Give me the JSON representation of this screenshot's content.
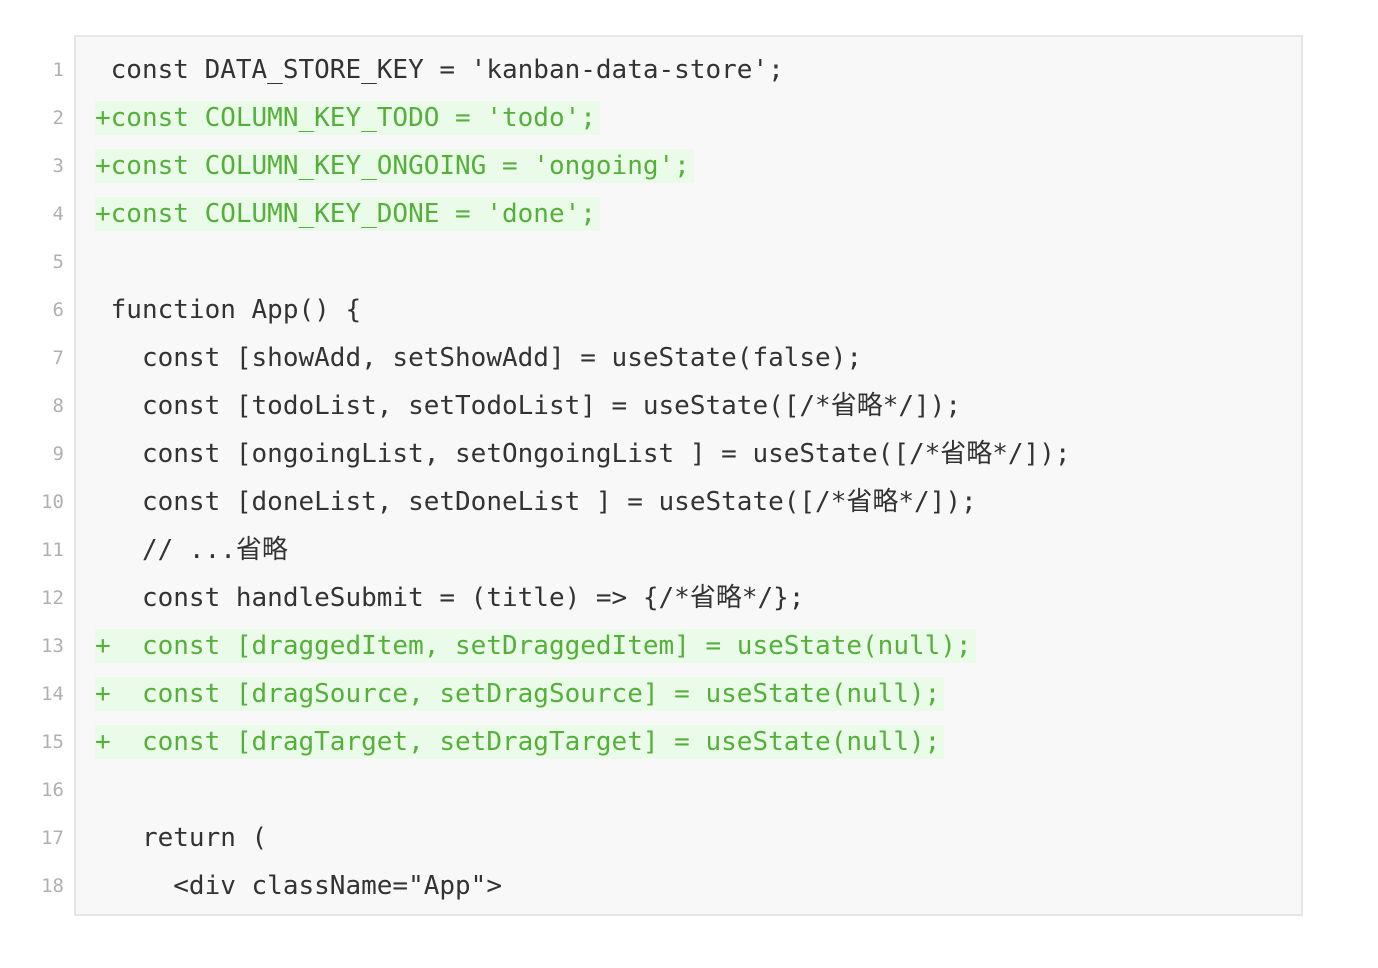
{
  "code": {
    "lines": [
      {
        "n": "1",
        "text": " const DATA_STORE_KEY = 'kanban-data-store';",
        "added": false
      },
      {
        "n": "2",
        "text": "+const COLUMN_KEY_TODO = 'todo';",
        "added": true
      },
      {
        "n": "3",
        "text": "+const COLUMN_KEY_ONGOING = 'ongoing';",
        "added": true
      },
      {
        "n": "4",
        "text": "+const COLUMN_KEY_DONE = 'done';",
        "added": true
      },
      {
        "n": "5",
        "text": "",
        "added": false
      },
      {
        "n": "6",
        "text": " function App() {",
        "added": false
      },
      {
        "n": "7",
        "text": "   const [showAdd, setShowAdd] = useState(false);",
        "added": false
      },
      {
        "n": "8",
        "text": "   const [todoList, setTodoList] = useState([/*省略*/]);",
        "added": false
      },
      {
        "n": "9",
        "text": "   const [ongoingList, setOngoingList ] = useState([/*省略*/]);",
        "added": false
      },
      {
        "n": "10",
        "text": "   const [doneList, setDoneList ] = useState([/*省略*/]);",
        "added": false
      },
      {
        "n": "11",
        "text": "   // ...省略",
        "added": false
      },
      {
        "n": "12",
        "text": "   const handleSubmit = (title) => {/*省略*/};",
        "added": false
      },
      {
        "n": "13",
        "text": "+  const [draggedItem, setDraggedItem] = useState(null);",
        "added": true
      },
      {
        "n": "14",
        "text": "+  const [dragSource, setDragSource] = useState(null);",
        "added": true
      },
      {
        "n": "15",
        "text": "+  const [dragTarget, setDragTarget] = useState(null);",
        "added": true
      },
      {
        "n": "16",
        "text": "",
        "added": false
      },
      {
        "n": "17",
        "text": "   return (",
        "added": false
      },
      {
        "n": "18",
        "text": "     <div className=\"App\">",
        "added": false
      }
    ]
  },
  "colors": {
    "added_text": "#55b03a",
    "added_background": "#eafbea",
    "line_number": "#b0b0b0",
    "code_text": "#333333",
    "block_background": "#f8f8f8"
  }
}
